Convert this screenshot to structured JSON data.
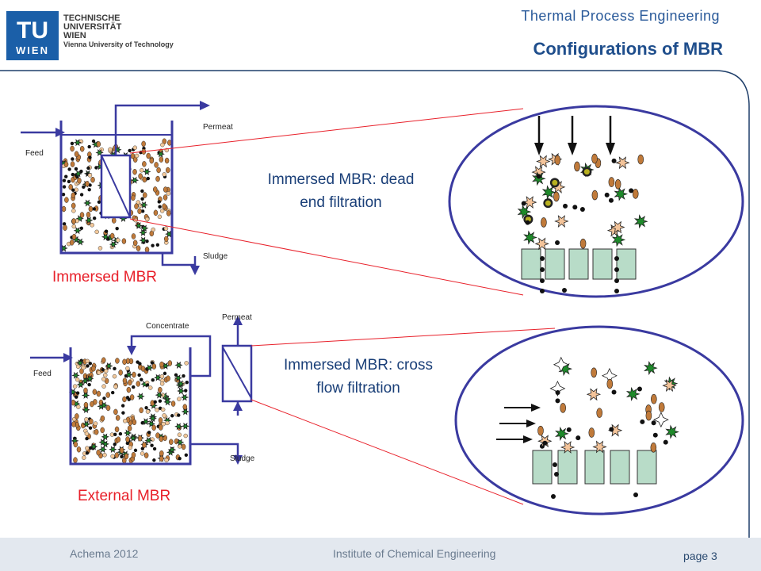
{
  "header": {
    "logo_mark": "TU WIEN",
    "logo_line1": "TECHNISCHE",
    "logo_line2": "UNIVERSITÄT",
    "logo_line3": "WIEN",
    "logo_line4": "Vienna University of Technology",
    "course": "Thermal Process Engineering",
    "title": "Configurations of MBR"
  },
  "diagram": {
    "immersed": {
      "feed": "Feed",
      "permeat": "Permeat",
      "sludge": "Sludge",
      "label": "Immersed MBR",
      "caption_line1": "Immersed MBR: dead",
      "caption_line2": "end filtration"
    },
    "external": {
      "feed": "Feed",
      "concentrate": "Concentrate",
      "permeat": "Permeat",
      "sludge": "Sludge",
      "label": "External MBR",
      "caption_line1": "Immersed MBR: cross",
      "caption_line2": "flow filtration"
    }
  },
  "footer": {
    "left": "Achema 2012",
    "middle": "Institute of Chemical Engineering",
    "page": "page 3"
  },
  "colors": {
    "title_blue": "#1f4e8c",
    "tank_blue": "#3a3aa0",
    "red": "#e8202a",
    "footer_bg": "#e3e8ef"
  }
}
